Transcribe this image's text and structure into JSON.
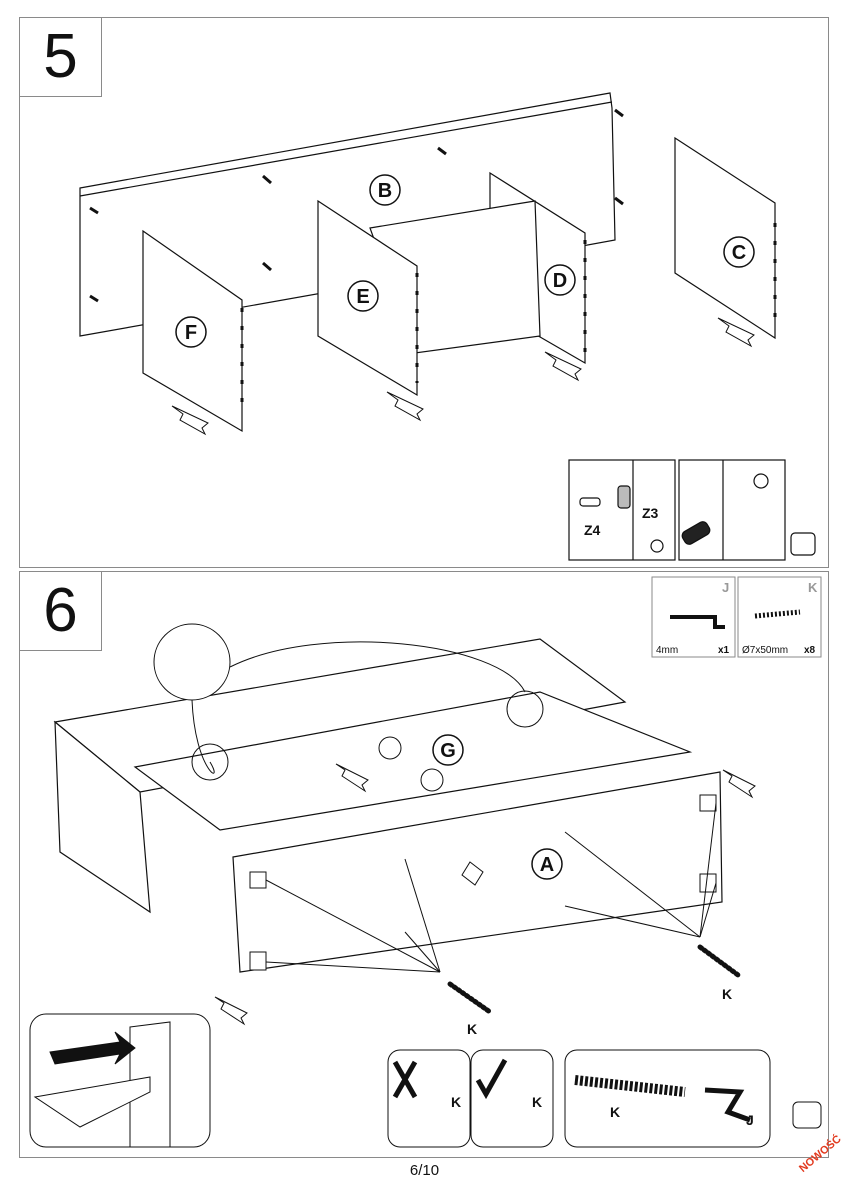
{
  "steps": [
    {
      "number": "5",
      "panel_labels": [
        "B",
        "E",
        "D",
        "F",
        "C"
      ],
      "inset_labels": {
        "z3": "Z3",
        "z4": "Z4"
      }
    },
    {
      "number": "6",
      "panel_labels": [
        "G",
        "A"
      ],
      "screw_label": "K",
      "parts": [
        {
          "letter": "J",
          "size": "4mm",
          "qty": "x1"
        },
        {
          "letter": "K",
          "size": "Ø7x50mm",
          "qty": "x8"
        }
      ],
      "detail_labels": {
        "wrong_k": "K",
        "right_k": "K",
        "screw_k": "K",
        "key_j": "J"
      }
    }
  ],
  "footer": {
    "page": "6/10"
  },
  "badge": "NOWOŚĆ",
  "icons": [
    "arrow-icon",
    "dowel-icon",
    "screwdriver-icon",
    "cam-lock-icon",
    "hex-key-icon",
    "screw-icon",
    "cross-mark-icon",
    "check-mark-icon",
    "rotate-icon"
  ]
}
